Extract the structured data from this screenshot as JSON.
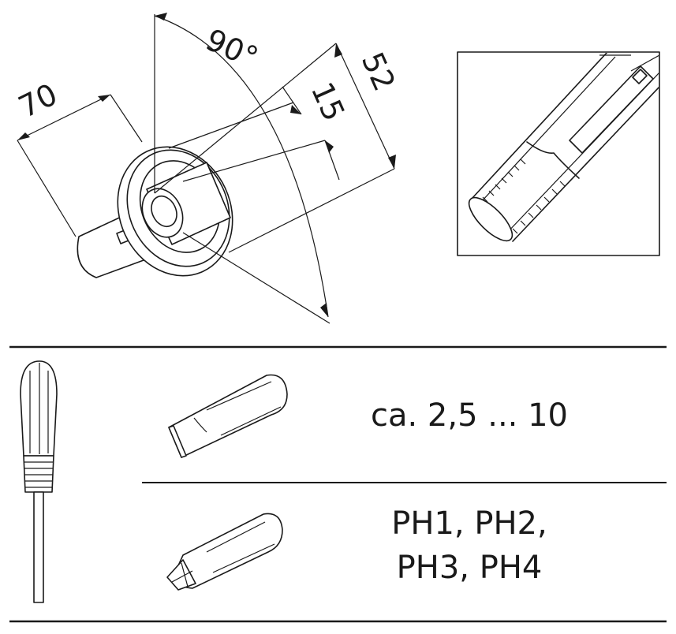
{
  "dimensions": {
    "strip_length": "70",
    "rotation_angle": "90°",
    "conductor_dim": "15",
    "overall_dim": "52"
  },
  "table": {
    "rows": [
      {
        "tool": "slotted-bit",
        "spec_lines": [
          "ca. 2,5 ... 10"
        ]
      },
      {
        "tool": "phillips-bit",
        "spec_lines": [
          "PH1, PH2,",
          "PH3, PH4"
        ]
      }
    ]
  },
  "colors": {
    "ink": "#1a1a1a",
    "background": "#ffffff"
  }
}
